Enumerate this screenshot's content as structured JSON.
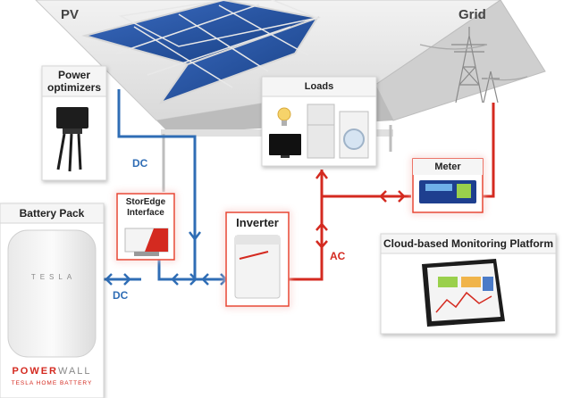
{
  "labels": {
    "pv": "PV",
    "grid": "Grid",
    "power_optimizers_line1": "Power",
    "power_optimizers_line2": "optimizers",
    "loads": "Loads",
    "meter": "Meter",
    "battery_pack": "Battery Pack",
    "storedge_line1": "StorEdge",
    "storedge_line2": "Interface",
    "inverter": "Inverter",
    "cloud_monitoring": "Cloud-based Monitoring Platform",
    "dc_upper": "DC",
    "dc_lower": "DC",
    "ac": "AC"
  },
  "powerwall": {
    "brand": "TESLA",
    "logo_power": "POWER",
    "logo_wall": "WALL",
    "tagline": "TESLA HOME BATTERY"
  },
  "colors": {
    "dc_line": "#2f6db5",
    "ac_line": "#d42a20",
    "solar_cell": "#1f4f9a",
    "roof": "#e6e6e6",
    "glow": "#e8432d"
  }
}
